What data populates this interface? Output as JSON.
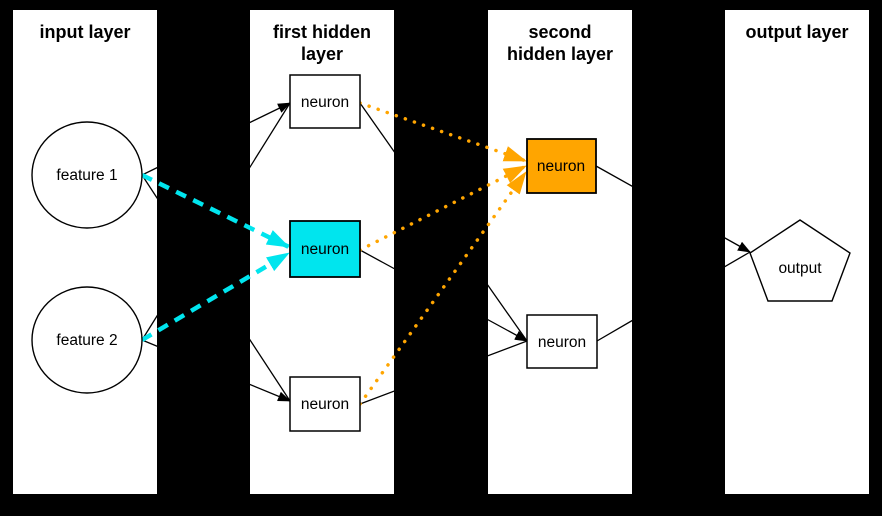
{
  "diagram": {
    "type": "neural-network-layer-diagram",
    "colors": {
      "background": "#000000",
      "panel": "#ffffff",
      "edge": "#000000",
      "node_border": "#000000",
      "highlight_cyan": "#00e5ee",
      "highlight_orange": "#ffa500"
    },
    "layers": [
      {
        "name": "input layer",
        "title_lines": [
          "input layer",
          ""
        ]
      },
      {
        "name": "first hidden layer",
        "title_lines": [
          "first hidden",
          "layer"
        ]
      },
      {
        "name": "second hidden layer",
        "title_lines": [
          "second",
          "hidden layer"
        ]
      },
      {
        "name": "output layer",
        "title_lines": [
          "output layer",
          ""
        ]
      }
    ],
    "nodes": {
      "feature1": {
        "label": "feature 1",
        "shape": "circle",
        "fill": "#ffffff"
      },
      "feature2": {
        "label": "feature 2",
        "shape": "circle",
        "fill": "#ffffff"
      },
      "hidden1_top": {
        "label": "neuron",
        "shape": "rect",
        "fill": "#ffffff"
      },
      "hidden1_middle": {
        "label": "neuron",
        "shape": "rect",
        "fill": "#00e5ee"
      },
      "hidden1_bottom": {
        "label": "neuron",
        "shape": "rect",
        "fill": "#ffffff"
      },
      "hidden2_top": {
        "label": "neuron",
        "shape": "rect",
        "fill": "#ffa500"
      },
      "hidden2_bottom": {
        "label": "neuron",
        "shape": "rect",
        "fill": "#ffffff"
      },
      "output": {
        "label": "output",
        "shape": "pentagon",
        "fill": "#ffffff"
      }
    },
    "edges": [
      {
        "from": "feature1",
        "to": "hidden1_top",
        "style": "solid",
        "color": "#000000"
      },
      {
        "from": "feature2",
        "to": "hidden1_top",
        "style": "solid",
        "color": "#000000"
      },
      {
        "from": "feature1",
        "to": "hidden1_middle",
        "style": "dashed",
        "color": "#00e5ee"
      },
      {
        "from": "feature2",
        "to": "hidden1_middle",
        "style": "dashed",
        "color": "#00e5ee"
      },
      {
        "from": "feature1",
        "to": "hidden1_bottom",
        "style": "solid",
        "color": "#000000"
      },
      {
        "from": "feature2",
        "to": "hidden1_bottom",
        "style": "solid",
        "color": "#000000"
      },
      {
        "from": "hidden1_top",
        "to": "hidden2_top",
        "style": "dotted",
        "color": "#ffa500"
      },
      {
        "from": "hidden1_middle",
        "to": "hidden2_top",
        "style": "dotted",
        "color": "#ffa500"
      },
      {
        "from": "hidden1_bottom",
        "to": "hidden2_top",
        "style": "dotted",
        "color": "#ffa500"
      },
      {
        "from": "hidden1_top",
        "to": "hidden2_bottom",
        "style": "solid",
        "color": "#000000"
      },
      {
        "from": "hidden1_middle",
        "to": "hidden2_bottom",
        "style": "solid",
        "color": "#000000"
      },
      {
        "from": "hidden1_bottom",
        "to": "hidden2_bottom",
        "style": "solid",
        "color": "#000000"
      },
      {
        "from": "hidden2_top",
        "to": "output",
        "style": "solid",
        "color": "#000000"
      },
      {
        "from": "hidden2_bottom",
        "to": "output",
        "style": "solid",
        "color": "#000000"
      }
    ]
  }
}
